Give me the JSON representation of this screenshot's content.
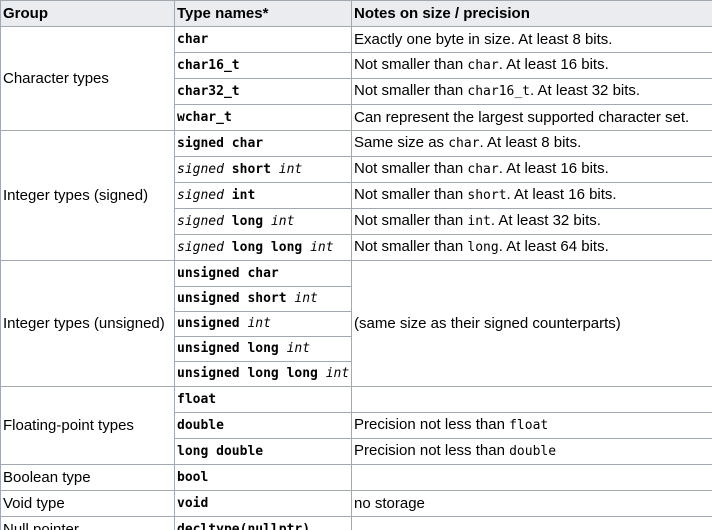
{
  "header": {
    "group": "Group",
    "type_names": "Type names*",
    "notes": "Notes on size / precision"
  },
  "groups": {
    "character": "Character types",
    "integer_signed": "Integer types (signed)",
    "integer_unsigned": "Integer types (unsigned)",
    "floating": "Floating-point types",
    "boolean": "Boolean type",
    "void": "Void type",
    "null_pointer": "Null pointer"
  },
  "types": {
    "char": "char",
    "char16_t": "char16_t",
    "char32_t": "char32_t",
    "wchar_t": "wchar_t",
    "signed_char": "signed char",
    "signed_short_int": {
      "signed": "signed",
      "short": "short",
      "int": "int"
    },
    "signed_int": {
      "signed": "signed",
      "int": "int"
    },
    "signed_long_int": {
      "signed": "signed",
      "long": "long",
      "int": "int"
    },
    "signed_long_long_int": {
      "signed": "signed",
      "long_long": "long long",
      "int": "int"
    },
    "unsigned_char": "unsigned char",
    "unsigned_short_int": {
      "unsigned_short": "unsigned short",
      "int": "int"
    },
    "unsigned_int": {
      "unsigned": "unsigned",
      "int": "int"
    },
    "unsigned_long_int": {
      "unsigned_long": "unsigned long",
      "int": "int"
    },
    "unsigned_long_long_int": {
      "unsigned_long_long": "unsigned long long",
      "int": "int"
    },
    "float": "float",
    "double": "double",
    "long_double": "long double",
    "bool": "bool",
    "void": "void",
    "decltype_nullptr": "decltype(nullptr)"
  },
  "notes": {
    "char": "Exactly one byte in size. At least 8 bits.",
    "char16_t": {
      "pre": "Not smaller than ",
      "code": "char",
      "post": ". At least 16 bits."
    },
    "char32_t": {
      "pre": "Not smaller than ",
      "code": "char16_t",
      "post": ". At least 32 bits."
    },
    "wchar_t": "Can represent the largest supported character set.",
    "signed_char": {
      "pre": "Same size as ",
      "code": "char",
      "post": ". At least 8 bits."
    },
    "signed_short_int": {
      "pre": "Not smaller than ",
      "code": "char",
      "post": ". At least 16 bits."
    },
    "signed_int": {
      "pre": "Not smaller than ",
      "code": "short",
      "post": ". At least 16 bits."
    },
    "signed_long_int": {
      "pre": "Not smaller than ",
      "code": "int",
      "post": ". At least 32 bits."
    },
    "signed_long_long_int": {
      "pre": "Not smaller than ",
      "code": "long",
      "post": ". At least 64 bits."
    },
    "unsigned_group": "(same size as their signed counterparts)",
    "float": "",
    "double": {
      "pre": "Precision not less than ",
      "code": "float"
    },
    "long_double": {
      "pre": "Precision not less than ",
      "code": "double"
    },
    "bool": "",
    "void": "no storage",
    "null_pointer": ""
  },
  "colors": {
    "header_bg": "#eaecf0",
    "border": "#a2a9b1"
  }
}
